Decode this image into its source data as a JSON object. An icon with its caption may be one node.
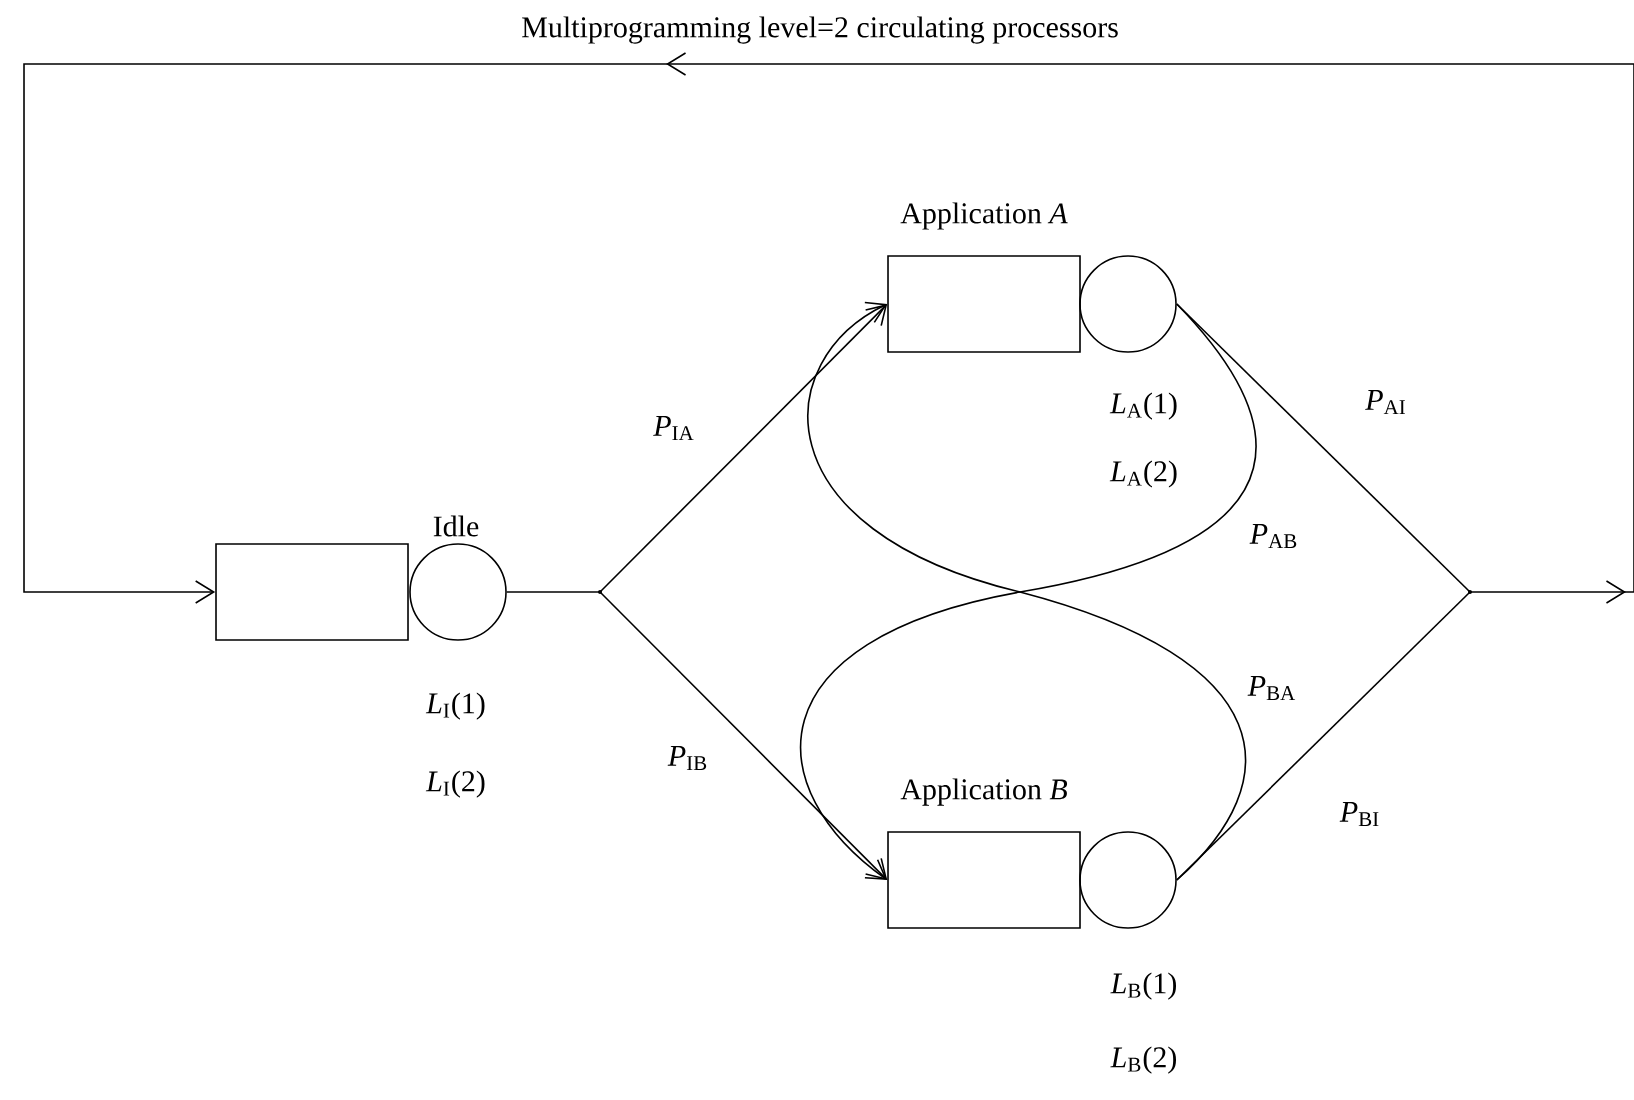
{
  "diagram": {
    "nodes": [
      {
        "text": [
          "Idle"
        ],
        "beside": [
          "*L*$_{I}$(1)",
          "*L*$_{I}$(2)"
        ]
      },
      {
        "text": [],
        "shape": "circle"
      },
      {
        "text": [
          "Application *A*"
        ],
        "beside": [
          "*L*$_{A}$(1)",
          "*L*$_{A}$(2)"
        ]
      },
      {
        "text": [],
        "shape": "circle"
      },
      {
        "text": [
          "Application *B*"
        ],
        "beside": [
          "*L*$_{B}$(1)",
          "*L*$_{B}$(2)"
        ]
      },
      {
        "text": [],
        "shape": "circle"
      },
      {
        "text": [],
        "shape": "point"
      },
      {
        "text": [],
        "shape": "point"
      }
    ],
    "edges": [
      {
        "from": 1,
        "to": 6,
        "arrow": "none"
      },
      {
        "from": 6,
        "to": 2,
        "arrow": "to",
        "label": "*P*$_{IA}$"
      },
      {
        "from": 6,
        "to": 4,
        "arrow": "to",
        "label": "*P*$_{IB}$"
      },
      {
        "from": 3,
        "to": 7,
        "arrow": "none",
        "label": "*P*$_{AI}$"
      },
      {
        "from": 3,
        "to": 4,
        "arrow": "to",
        "label": "*P*$_{AB}$"
      },
      {
        "from": 5,
        "to": 2,
        "arrow": "to",
        "label": "*P*$_{BA}$"
      },
      {
        "from": 5,
        "to": 7,
        "arrow": "none",
        "label": "*P*$_{BI}$"
      },
      {
        "from": 7,
        "to": 0,
        "arrow": "to",
        "label": "Multiprogramming level=2 circulating processors"
      }
    ]
  }
}
